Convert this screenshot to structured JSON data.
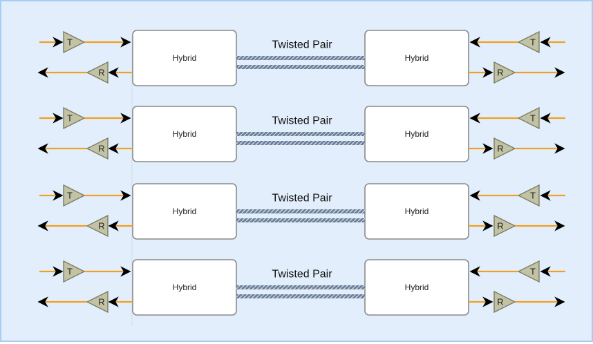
{
  "diagram": {
    "channels": [
      {
        "left_block": "Hybrid",
        "right_block": "Hybrid",
        "link_label": "Twisted Pair",
        "tx_label": "T",
        "rx_label": "R"
      },
      {
        "left_block": "Hybrid",
        "right_block": "Hybrid",
        "link_label": "Twisted Pair",
        "tx_label": "T",
        "rx_label": "R"
      },
      {
        "left_block": "Hybrid",
        "right_block": "Hybrid",
        "link_label": "Twisted Pair",
        "tx_label": "T",
        "rx_label": "R"
      },
      {
        "left_block": "Hybrid",
        "right_block": "Hybrid",
        "link_label": "Twisted Pair",
        "tx_label": "T",
        "rx_label": "R"
      }
    ],
    "colors": {
      "background": "#e2eefc",
      "border": "#a9cdf0",
      "signal_line": "#f0a020",
      "amplifier_fill": "#c2c2a4",
      "amplifier_stroke": "#7c7c62",
      "block_fill": "#ffffff",
      "block_stroke": "#8a8a8a",
      "twisted_pair": "#6b7f99"
    }
  }
}
